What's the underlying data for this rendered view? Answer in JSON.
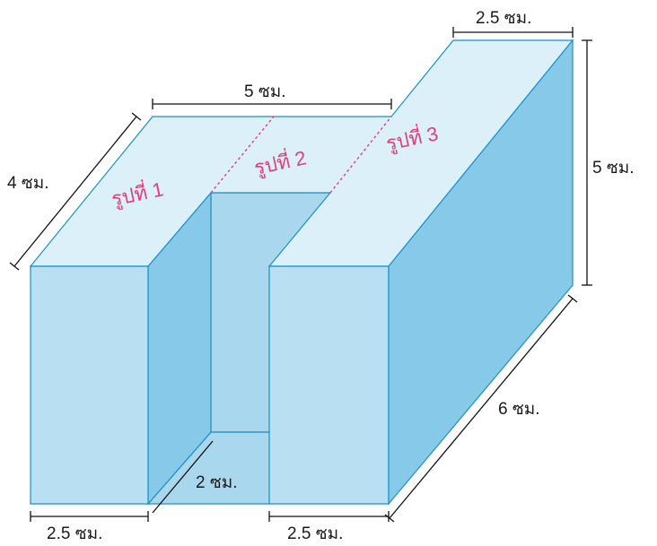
{
  "dimensions": {
    "top_length": "5 ซม.",
    "top_right_width": "2.5 ซม.",
    "left_depth": "4 ซม.",
    "right_height": "5 ซม.",
    "right_depth": "6 ซม.",
    "notch_width": "2 ซม.",
    "bottom_left_width": "2.5 ซม.",
    "bottom_right_width": "2.5 ซม."
  },
  "parts": {
    "part1": "รูปที่ 1",
    "part2": "รูปที่ 2",
    "part3": "รูปที่ 3"
  },
  "colors": {
    "face_front": "#b9dff2",
    "face_side": "#86c9e9",
    "face_top": "#dcf0fa",
    "outline": "#1c8fc6",
    "label_pink": "#e0407a"
  }
}
